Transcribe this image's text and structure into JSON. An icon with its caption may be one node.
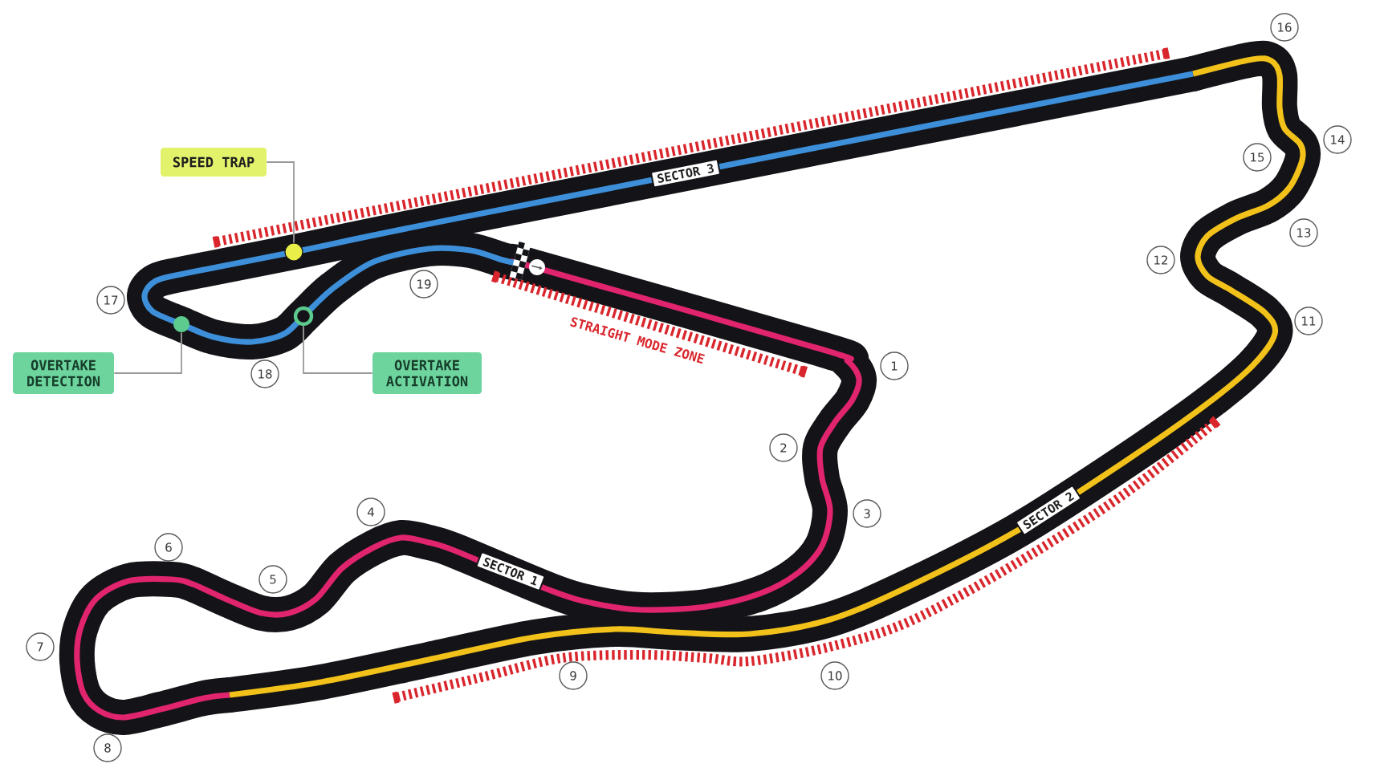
{
  "diagram": {
    "nodes": [
      {
        "text": [
          "SPEED TRAP"
        ]
      },
      {
        "text": [],
        "shape": "circle"
      },
      {
        "text": [
          "OVERTAKE DETECTION"
        ]
      },
      {
        "text": [],
        "shape": "circle"
      },
      {
        "text": [
          "OVERTAKE ACTIVATION"
        ]
      },
      {
        "text": [],
        "shape": "circle"
      },
      {
        "text": [
          "SECTOR 1"
        ]
      },
      {
        "text": [
          "SECTOR 2"
        ]
      },
      {
        "text": [
          "SECTOR 3"
        ]
      }
    ],
    "edges": [
      {
        "from": 0,
        "to": 1,
        "arrow": "none"
      },
      {
        "from": 2,
        "to": 3,
        "arrow": "none"
      },
      {
        "from": 4,
        "to": 5,
        "arrow": "none"
      }
    ],
    "labels": [
      "1",
      "2",
      "3",
      "4",
      "5",
      "6",
      "7",
      "8",
      "9",
      "10",
      "11",
      "12",
      "13",
      "14",
      "15",
      "16",
      "17",
      "18",
      "19",
      "STRAIGHT MODE ZONE"
    ]
  }
}
